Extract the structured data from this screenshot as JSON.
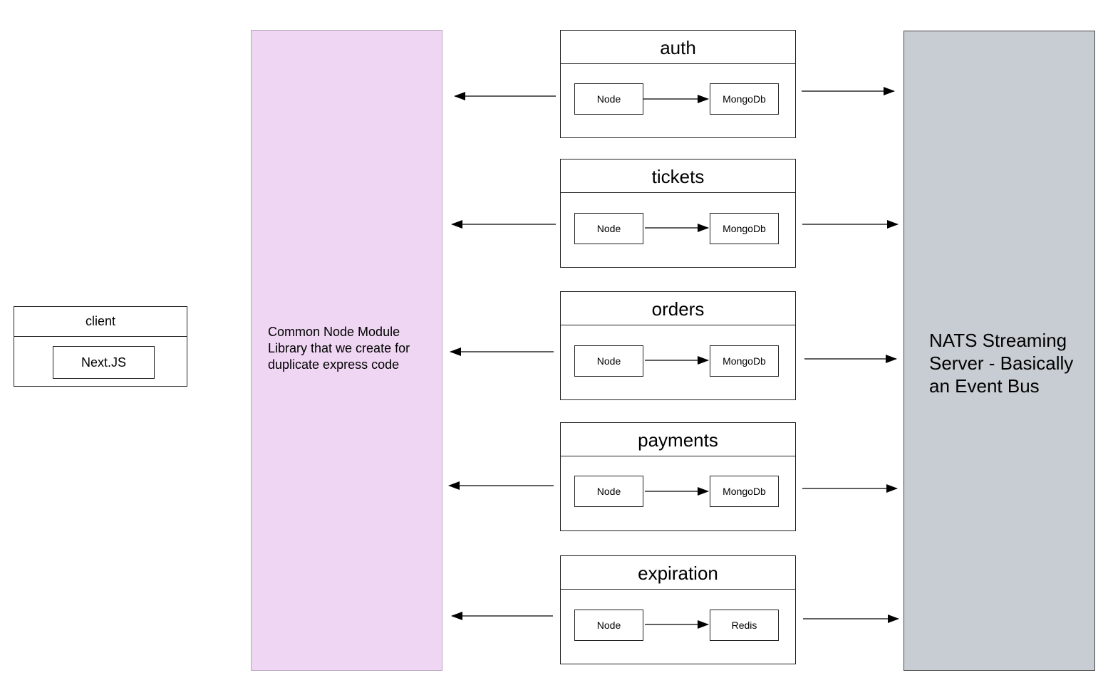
{
  "client": {
    "title": "client",
    "inner": "Next.JS"
  },
  "common_module": {
    "label": "Common Node Module\n Library that we create for\nduplicate express code",
    "color": "#efd6f3"
  },
  "event_bus": {
    "label": "NATS Streaming\nServer - Basically\nan Event Bus",
    "color": "#c8cdd3"
  },
  "services": [
    {
      "name": "auth",
      "runtime": "Node",
      "store": "MongoDb"
    },
    {
      "name": "tickets",
      "runtime": "Node",
      "store": "MongoDb"
    },
    {
      "name": "orders",
      "runtime": "Node",
      "store": "MongoDb"
    },
    {
      "name": "payments",
      "runtime": "Node",
      "store": "MongoDb"
    },
    {
      "name": "expiration",
      "runtime": "Node",
      "store": "Redis"
    }
  ]
}
